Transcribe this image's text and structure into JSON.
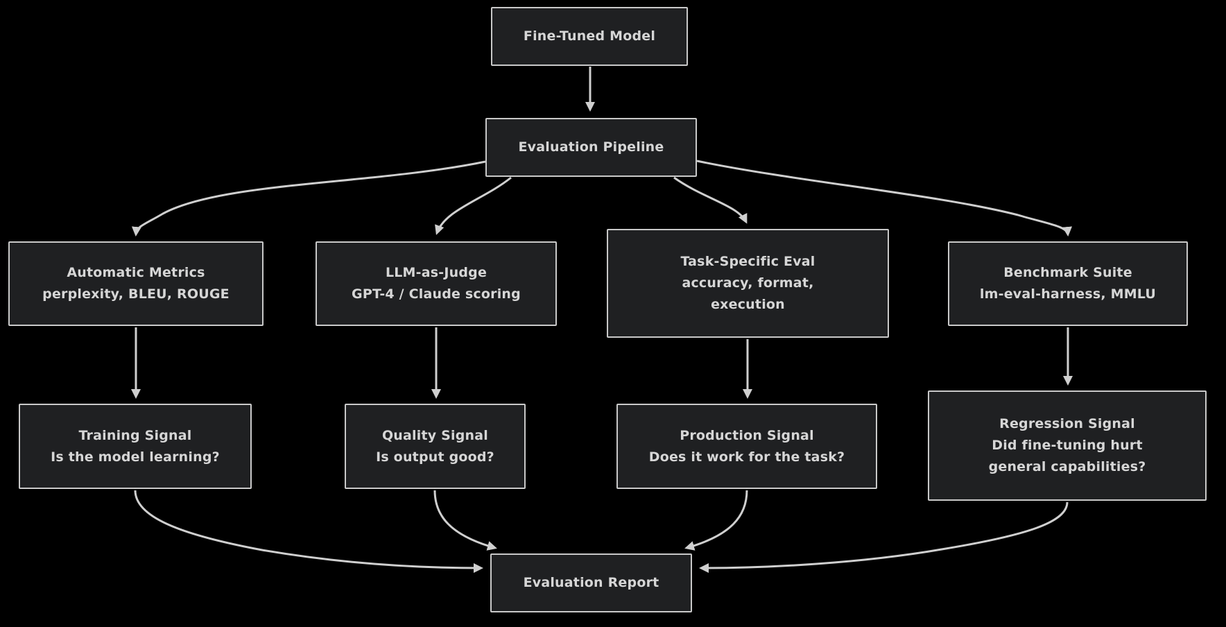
{
  "diagram": {
    "type": "flowchart",
    "colors": {
      "background": "#000000",
      "node_fill": "#1f2022",
      "node_border": "#c9c9c9",
      "text": "#d6d6d6",
      "edge": "#cfcfcf"
    },
    "nodes": {
      "fine_tuned_model": {
        "lines": [
          "Fine-Tuned Model"
        ]
      },
      "evaluation_pipeline": {
        "lines": [
          "Evaluation Pipeline"
        ]
      },
      "automatic_metrics": {
        "lines": [
          "Automatic Metrics",
          "perplexity, BLEU, ROUGE"
        ]
      },
      "llm_as_judge": {
        "lines": [
          "LLM-as-Judge",
          "GPT-4 / Claude scoring"
        ]
      },
      "task_specific_eval": {
        "lines": [
          "Task-Specific Eval",
          "accuracy, format,",
          "execution"
        ]
      },
      "benchmark_suite": {
        "lines": [
          "Benchmark Suite",
          "lm-eval-harness, MMLU"
        ]
      },
      "training_signal": {
        "lines": [
          "Training Signal",
          "Is the model learning?"
        ]
      },
      "quality_signal": {
        "lines": [
          "Quality Signal",
          "Is output good?"
        ]
      },
      "production_signal": {
        "lines": [
          "Production Signal",
          "Does it work for the task?"
        ]
      },
      "regression_signal": {
        "lines": [
          "Regression Signal",
          "Did fine-tuning hurt",
          "general capabilities?"
        ]
      },
      "evaluation_report": {
        "lines": [
          "Evaluation Report"
        ]
      }
    },
    "edges": [
      {
        "from": "Fine-Tuned Model",
        "to": "Evaluation Pipeline"
      },
      {
        "from": "Evaluation Pipeline",
        "to": "Automatic Metrics"
      },
      {
        "from": "Evaluation Pipeline",
        "to": "LLM-as-Judge"
      },
      {
        "from": "Evaluation Pipeline",
        "to": "Task-Specific Eval"
      },
      {
        "from": "Evaluation Pipeline",
        "to": "Benchmark Suite"
      },
      {
        "from": "Automatic Metrics",
        "to": "Training Signal"
      },
      {
        "from": "LLM-as-Judge",
        "to": "Quality Signal"
      },
      {
        "from": "Task-Specific Eval",
        "to": "Production Signal"
      },
      {
        "from": "Benchmark Suite",
        "to": "Regression Signal"
      },
      {
        "from": "Training Signal",
        "to": "Evaluation Report"
      },
      {
        "from": "Quality Signal",
        "to": "Evaluation Report"
      },
      {
        "from": "Production Signal",
        "to": "Evaluation Report"
      },
      {
        "from": "Regression Signal",
        "to": "Evaluation Report"
      }
    ]
  }
}
